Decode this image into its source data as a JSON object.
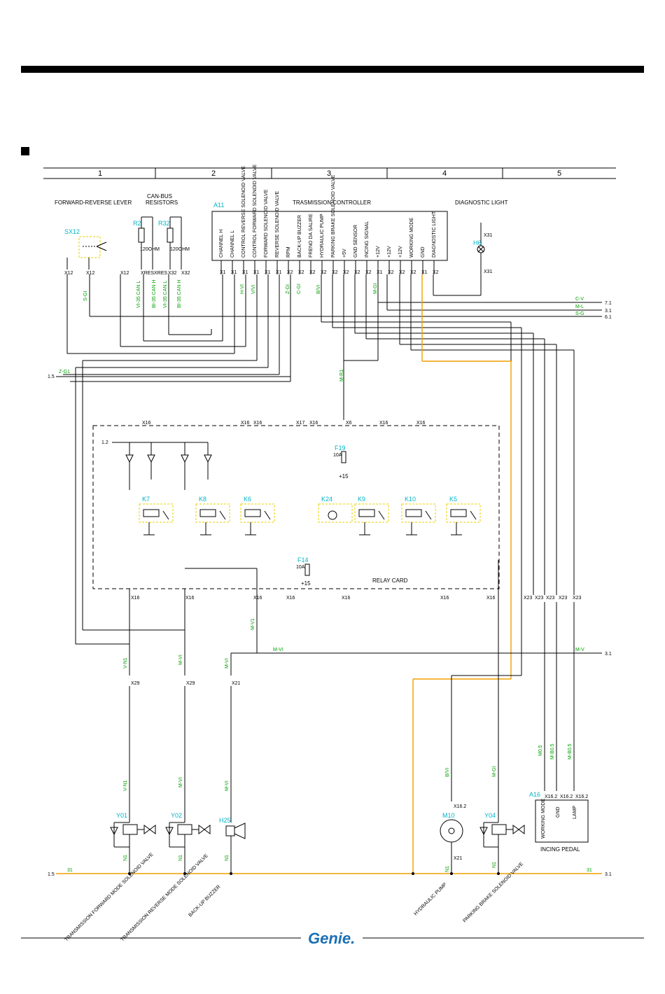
{
  "grid_columns": [
    "1",
    "2",
    "3",
    "4",
    "5"
  ],
  "titles": {
    "fr_lever": "FORWARD-REVERSE LEVER",
    "canbus_1": "CAN-BUS",
    "canbus_2": "RESISTORS",
    "controller": "TRASMISSION CONTROLLER",
    "diag_light": "DIAGNOSTIC LIGHT",
    "relay_card": "RELAY CARD",
    "inching_pedal": "INCING PEDAL"
  },
  "refs": {
    "sx12": "SX12",
    "r2": "R2",
    "r32": "R32",
    "a11": "A11",
    "h6": "H6",
    "k7": "K7",
    "k8": "K8",
    "k6": "K6",
    "k24": "K24",
    "k9": "K9",
    "k10": "K10",
    "k5": "K5",
    "f19": "F19",
    "f14": "F14",
    "y01": "Y01",
    "y02": "Y02",
    "h25": "H25",
    "m10": "M10",
    "y04": "Y04",
    "a16": "A16"
  },
  "resistor_values": {
    "r2": "120OHM",
    "r32": "120OHM"
  },
  "controller_pins": [
    {
      "label": "CHANNEL H",
      "pin": "X1"
    },
    {
      "label": "CHANNEL L",
      "pin": "X1"
    },
    {
      "label": "CONTROL REVERSE SOLENOID VALVE",
      "pin": "X1"
    },
    {
      "label": "CONTROL FORWARD SOLENOID VALVE",
      "pin": "X1"
    },
    {
      "label": "FORWARD SOLENOID VALVE",
      "pin": "X1"
    },
    {
      "label": "REVERSE SOLENOID VALVE",
      "pin": "X1"
    },
    {
      "label": "RPM",
      "pin": "X2"
    },
    {
      "label": "BACK-UP BUZZER",
      "pin": "X2"
    },
    {
      "label": "FRENO DA SALIRE",
      "pin": "X2"
    },
    {
      "label": "HYDRAULIC PUMP",
      "pin": "X2"
    },
    {
      "label": "PARKING BRAKE SOLENOID VALVE",
      "pin": "X2"
    },
    {
      "label": "+5V",
      "pin": "X2"
    },
    {
      "label": "GND SENSOR",
      "pin": "X2"
    },
    {
      "label": "INCING SIGNAL",
      "pin": "X2"
    },
    {
      "label": "+12V",
      "pin": "X1"
    },
    {
      "label": "+12V",
      "pin": "X2"
    },
    {
      "label": "+12V",
      "pin": "X2"
    },
    {
      "label": "WORKING MODE",
      "pin": "X2"
    },
    {
      "label": "GND",
      "pin": "X1"
    },
    {
      "label": "DIAGNOSTIC LIGHT",
      "pin": "X2"
    }
  ],
  "wire_labels": {
    "s_gi": "S-GI",
    "vi_bus_can_l": "VI-35 CAN L",
    "bi_bus_can_h": "BI-35 CAN H",
    "h_vi": "H-VI",
    "v_vi": "V/VI",
    "z_gi": "Z-GI",
    "c_gi": "C-GI",
    "b_vi": "B/VI",
    "m_gi": "M-GI",
    "m_r1": "M-R1",
    "m_v1": "M-V1",
    "v_n1": "V-N1",
    "n1": "N1",
    "m_vi": "M-VI",
    "b_vi2": "B/VI",
    "m05": "M0.5",
    "mb05": "M-B0.5",
    "nw": "31"
  },
  "right_refs": {
    "c_v": "C-V",
    "m_l": "M-L",
    "s_g": "S-G",
    "r71": "7.1",
    "r31a": "3.1",
    "r61": "6.1",
    "mv_right": "M-V",
    "r31b": "3.1",
    "r31c": "3.1"
  },
  "left_refs": {
    "r15a": "1.5",
    "zgi": "Z-G1",
    "r12": "1.2",
    "r15b": "1.5"
  },
  "fuses": {
    "f19_val": "10A",
    "f14_val": "10A",
    "plus15a": "+15",
    "plus15b": "+15"
  },
  "connectors": {
    "x12": "X12",
    "xres": "XRES",
    "x32": "X32",
    "x31": "X31",
    "x16": "X16",
    "x17": "X17",
    "x6": "X6",
    "x29": "X29",
    "x21": "X21",
    "x23": "X23",
    "x162": "X16.2"
  },
  "pedal_pins": [
    "WORKING MODE",
    "GND",
    "LAMP"
  ],
  "bottom_labels": [
    "TRANSMISSION FORWARD MODE SOLENOID VALVE",
    "TRANSMISSION REVERSE MODE SOLENOID VALVE",
    "BACK-UP BUZZER",
    "HYDRAULIC PUMP",
    "PARKING BRAKE SOLENOID VALVE"
  ],
  "logo_text": "Genie.",
  "colors": {
    "wire": "#000000",
    "ground_bus": "#f0a000",
    "label_green": "#00a000",
    "ref_cyan": "#00b4c8",
    "logo": "#1a6fb5"
  }
}
